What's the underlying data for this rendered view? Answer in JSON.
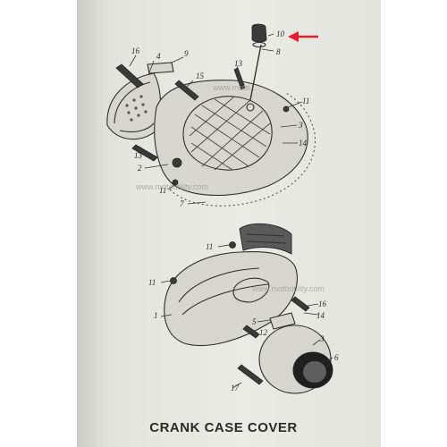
{
  "title": "CRANK CASE COVER",
  "watermarks": [
    "www.moto...",
    "www.motoutility.com",
    "www.motoutility.com"
  ],
  "callouts": {
    "upper": [
      "10",
      "8",
      "16",
      "4",
      "9",
      "15",
      "13",
      "11",
      "3",
      "14",
      "13",
      "2",
      "11",
      "7"
    ],
    "lower": [
      "11",
      "11",
      "1",
      "5",
      "16",
      "14",
      "12",
      "3",
      "6",
      "17"
    ]
  },
  "colors": {
    "arrow": "#e0202c",
    "paper": "#e6e6e0",
    "ink": "#2e2e2e"
  }
}
